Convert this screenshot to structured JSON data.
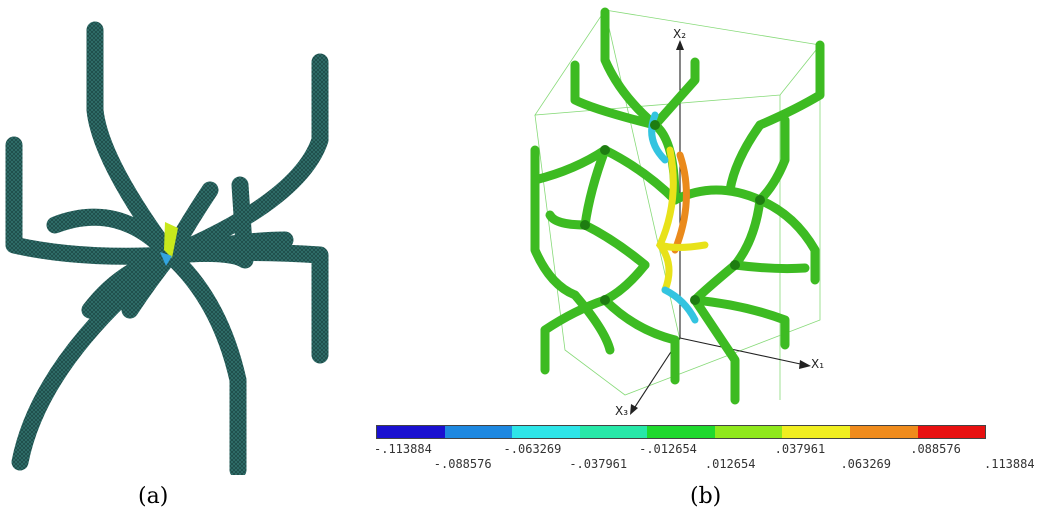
{
  "captions": {
    "a": "(a)",
    "b": "(b)"
  },
  "colors": {
    "mesh_tube": "#2f6e6a",
    "mesh_tube_edge": "#173f3c",
    "lattice_green": "#3dbb22",
    "lattice_green_dark": "#1e7d11",
    "hot_yellow": "#e8e21a",
    "hot_orange": "#ea8a1c",
    "cool_cyan": "#33c4e0"
  },
  "figure_b": {
    "axes": {
      "x1": "X₁",
      "x2": "X₂",
      "x3": "X₃"
    }
  },
  "colorbar": {
    "segment_colors": [
      "#1a10d0",
      "#1e88e0",
      "#2ee5e8",
      "#27e8a8",
      "#1fd92e",
      "#8fe81c",
      "#f0ee20",
      "#ef8b1c",
      "#e81010"
    ],
    "labels_upper": [
      "-.113884",
      "-.063269",
      "-.012654",
      ".037961",
      ".088576"
    ],
    "labels_lower": [
      "-.088576",
      "-.037961",
      ".012654",
      ".063269",
      ".113884"
    ]
  }
}
